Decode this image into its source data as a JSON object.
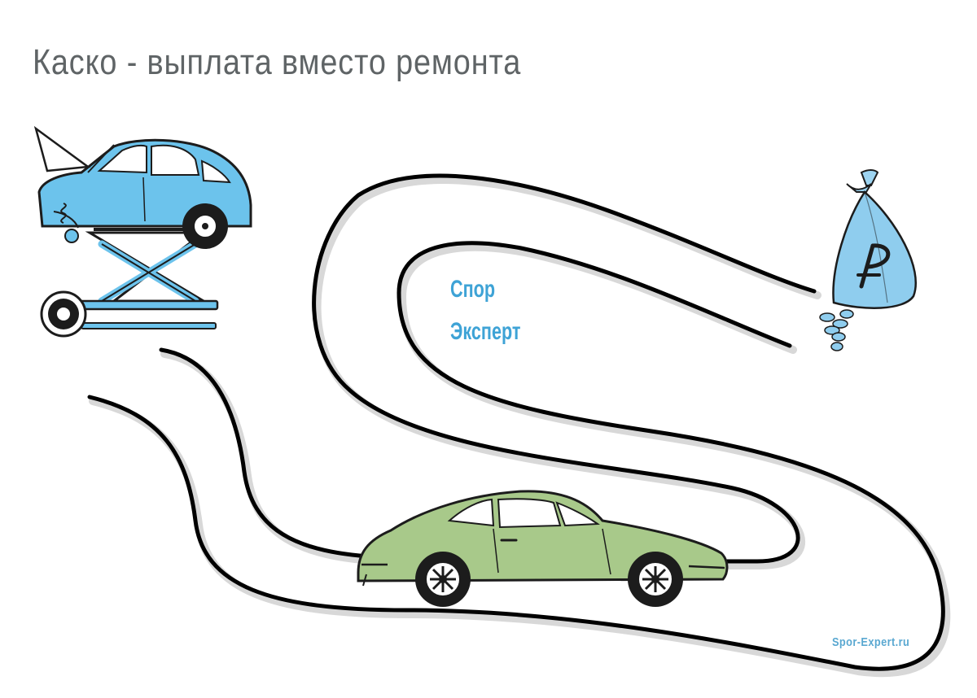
{
  "title": "Каско - выплата вместо ремонта",
  "brand": {
    "line1": "Спор",
    "line2": "Эксперт"
  },
  "watermark": "Spor-Expert.ru",
  "icons": [
    "car-on-lift-icon",
    "money-bag-ruble-icon",
    "green-car-icon"
  ],
  "colors": {
    "title": "#5f6466",
    "brand": "#3ea3d6",
    "blue_car": "#6cc3ec",
    "green_car": "#a8c98a",
    "road": "#000000"
  }
}
